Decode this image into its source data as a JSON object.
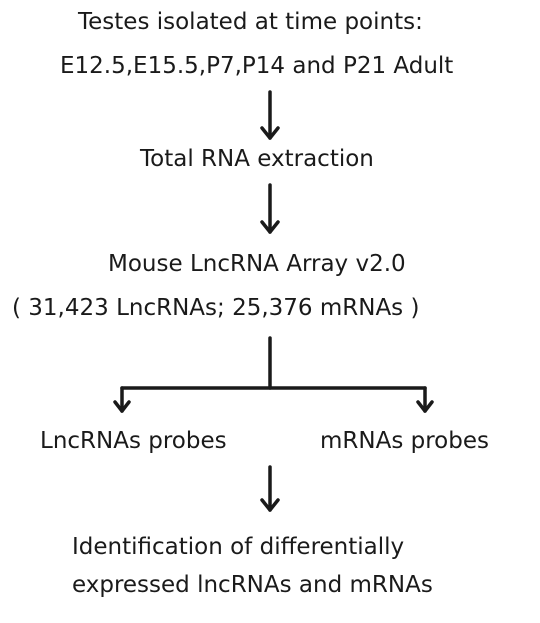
{
  "flowchart": {
    "step1": {
      "line1": "Testes isolated at time points:",
      "line2": "E12.5,E15.5,P7,P14 and P21 Adult"
    },
    "step2": {
      "label": "Total RNA extraction"
    },
    "step3": {
      "line1": "Mouse LncRNA Array v2.0",
      "line2": "( 31,423 LncRNAs;  25,376 mRNAs )"
    },
    "branch_left": {
      "label": "LncRNAs probes"
    },
    "branch_right": {
      "label": "mRNAs probes"
    },
    "step4": {
      "line1": "Identification of differentially",
      "line2": "expressed lncRNAs and mRNAs"
    }
  }
}
